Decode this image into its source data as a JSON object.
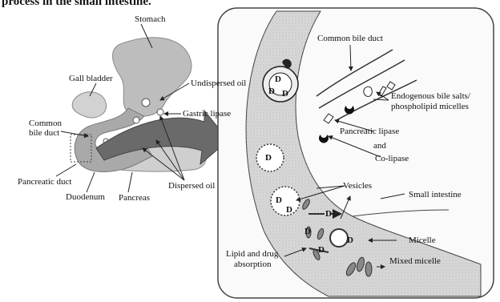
{
  "header": {
    "text": "process in the small intestine."
  },
  "labels": {
    "stomach": "Stomach",
    "gall_bladder": "Gall bladder",
    "undispersed_oil": "Undispersed oil",
    "gastric_lipase": "Gastric lipase",
    "common_bile_duct_left_1": "Common",
    "common_bile_duct_left_2": "bile duct",
    "pancreatic_duct": "Pancreatic duct",
    "duodenum": "Duodenum",
    "pancreas": "Pancreas",
    "dispersed_oil": "Dispersed oil",
    "common_bile_duct_right": "Common bile duct",
    "endogenous_1": "Endogenous bile salts/",
    "endogenous_2": "phospholipid micelles",
    "pancreatic_lipase_1": "Pancreatic lipase",
    "pancreatic_lipase_2": "and",
    "pancreatic_lipase_3": "Co-lipase",
    "vesicles": "Vesicles",
    "small_intestine": "Small intestine",
    "micelle": "Micelle",
    "mixed_micelle": "Mixed micelle",
    "lipid_absorption_1": "Lipid and drug",
    "lipid_absorption_2": "absorption",
    "drug_letter": "D"
  },
  "colors": {
    "tissue": "#c8c8c8",
    "dark": "#555555",
    "arrow": "#6a6a6a",
    "panel_bg": "#f4f4f4"
  }
}
